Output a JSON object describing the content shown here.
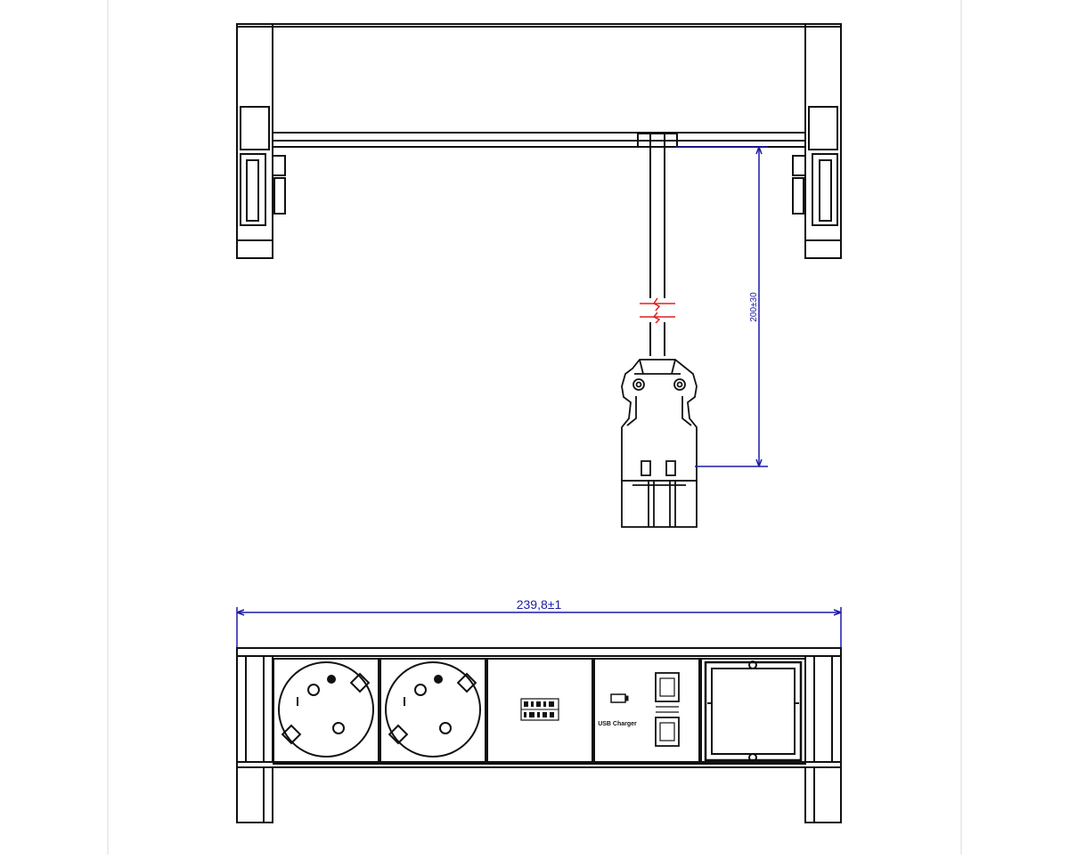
{
  "colors": {
    "line": "#111111",
    "dimension": "#1a1aa8",
    "cut_mark": "#e02020",
    "frame": "#d8d8d8"
  },
  "side_view": {
    "cable_length_dimension": "200±30"
  },
  "front_view": {
    "width_dimension": "239,8±1",
    "modules": [
      {
        "type": "schuko-socket",
        "label": ""
      },
      {
        "type": "schuko-socket",
        "label": ""
      },
      {
        "type": "data-module",
        "label": ""
      },
      {
        "type": "usb-charger",
        "label": "USB Charger"
      },
      {
        "type": "blank-cover",
        "label": ""
      }
    ]
  }
}
